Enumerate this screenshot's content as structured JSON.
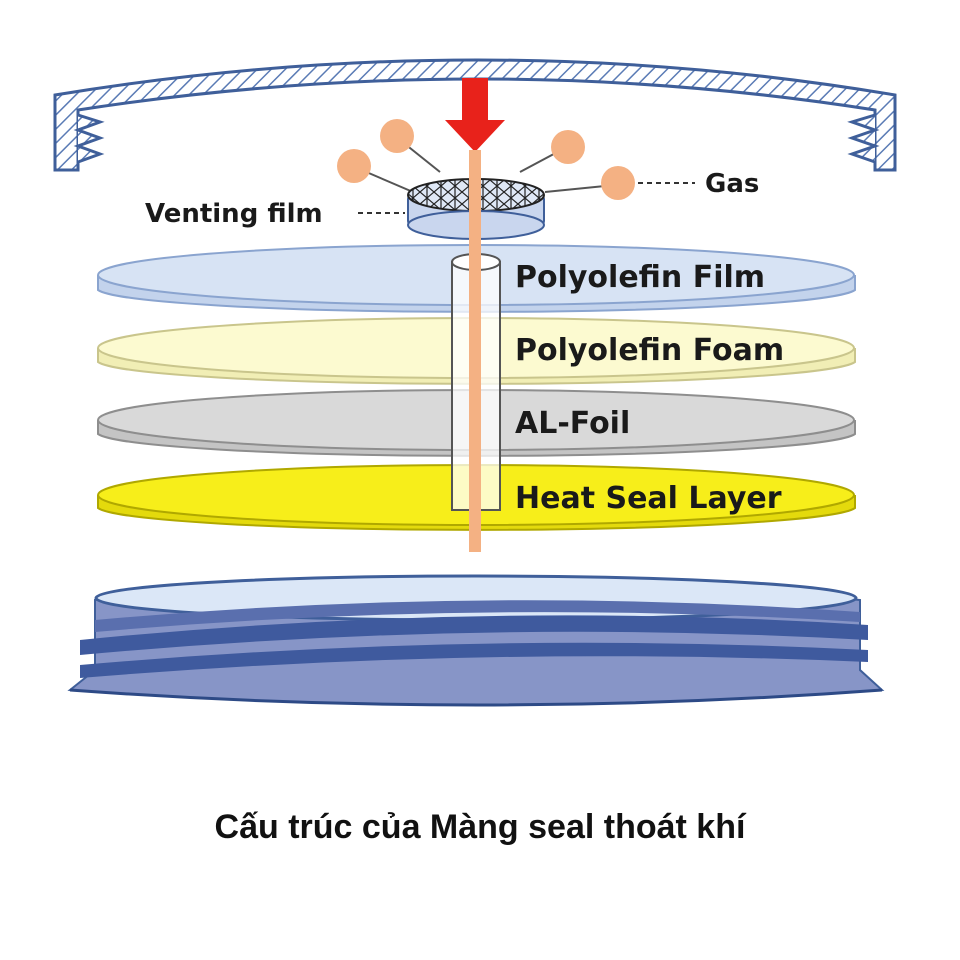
{
  "labels": {
    "gas": "Gas",
    "venting_film": "Venting film",
    "layers": [
      "Polyolefin Film",
      "Polyolefin Foam",
      "AL-Foil",
      "Heat Seal Layer"
    ]
  },
  "caption": "Cấu trúc của Màng seal thoát khí",
  "colors": {
    "cap": "#5a7bb5",
    "arrow": "#e8221b",
    "gas_bubble": "#f4b183",
    "polyolefin_film": "#d7e3f4",
    "polyolefin_foam": "#fcfad0",
    "al_foil": "#d9d9d9",
    "heat_seal": "#f7ee1a",
    "bottle_neck": "#8795c7"
  }
}
